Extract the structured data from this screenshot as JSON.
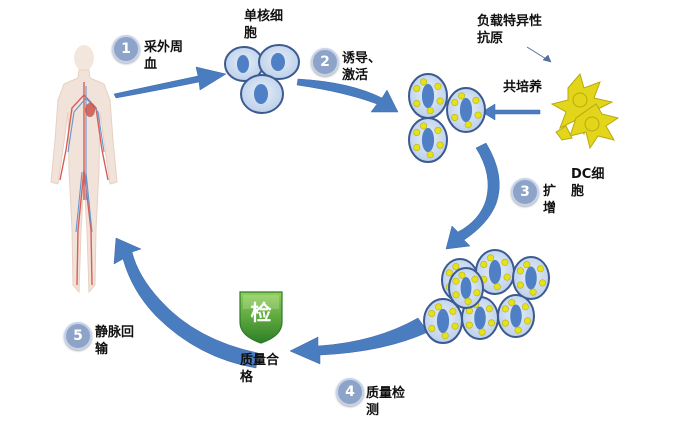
{
  "colors": {
    "arrow": "#4a7cc0",
    "cell_fill": "#cdddf1",
    "cell_stroke": "#3b5a91",
    "nucleus": "#4f7fc4",
    "granule": "#e5e21a",
    "dc": "#e2d51a",
    "badge_top": "#76c043",
    "badge_bottom": "#2f8a2a",
    "step_circle": "#8ea3c8"
  },
  "steps": [
    {
      "num": "1",
      "label": "采外周\n血"
    },
    {
      "num": "2",
      "label": "诱导、\n激活"
    },
    {
      "num": "3",
      "label": "扩\n增"
    },
    {
      "num": "4",
      "label": "质量检\n测"
    },
    {
      "num": "5",
      "label": "静脉回\n输"
    }
  ],
  "labels": {
    "mono": "单核细\n胞",
    "antigen": "负载特异性\n抗原",
    "coculture": "共培养",
    "dc": "DC细\n胞",
    "qc_pass": "质量合\n格"
  },
  "badge": {
    "text": "检",
    "icon": "shield-check-icon"
  },
  "icons": {
    "body": "human-body-icon",
    "dc": "dendritic-cell-icon"
  }
}
